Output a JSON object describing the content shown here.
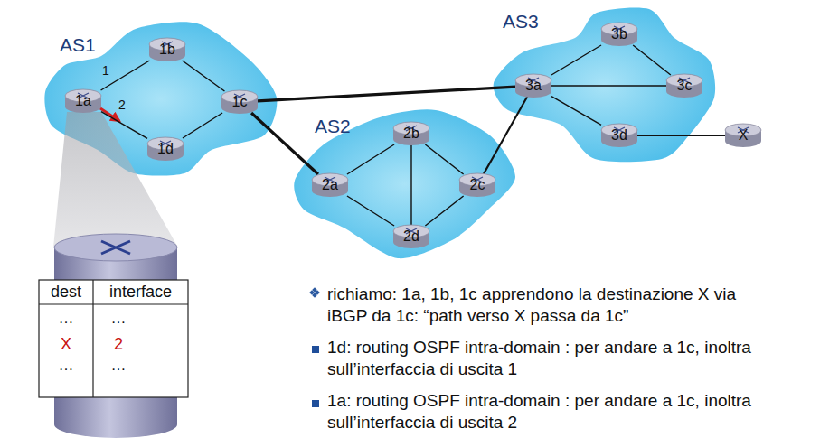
{
  "diagram": {
    "nodes": [
      {
        "text": [
          "AS1"
        ]
      },
      {
        "text": [
          "1a"
        ],
        "in": 0
      },
      {
        "text": [
          "1b"
        ],
        "in": 0
      },
      {
        "text": [
          "1c"
        ],
        "in": 0
      },
      {
        "text": [
          "1d"
        ],
        "in": 0
      },
      {
        "text": [
          "AS3"
        ]
      },
      {
        "text": [
          "3a"
        ],
        "in": 5
      },
      {
        "text": [
          "3b"
        ],
        "in": 5
      },
      {
        "text": [
          "3c"
        ],
        "in": 5
      },
      {
        "text": [
          "3d"
        ],
        "in": 5
      },
      {
        "text": [
          "X"
        ]
      },
      {
        "text": [
          "AS2"
        ]
      },
      {
        "text": [
          "2a"
        ],
        "in": 11
      },
      {
        "text": [
          "2b"
        ],
        "in": 11
      },
      {
        "text": [
          "2c"
        ],
        "in": 11
      },
      {
        "text": [
          "2d"
        ],
        "in": 11
      }
    ],
    "edges": [
      {
        "from": 1,
        "to": 2,
        "arrow": "none"
      },
      {
        "from": 2,
        "to": 3,
        "arrow": "none"
      },
      {
        "from": 1,
        "to": 4,
        "arrow": "none"
      },
      {
        "from": 4,
        "to": 3,
        "arrow": "none"
      },
      {
        "from": 3,
        "to": 6,
        "arrow": "none"
      },
      {
        "from": 3,
        "to": 12,
        "arrow": "none"
      },
      {
        "from": 12,
        "to": 13,
        "arrow": "none"
      },
      {
        "from": 12,
        "to": 15,
        "arrow": "none"
      },
      {
        "from": 13,
        "to": 14,
        "arrow": "none"
      },
      {
        "from": 13,
        "to": 15,
        "arrow": "none"
      },
      {
        "from": 15,
        "to": 14,
        "arrow": "none"
      },
      {
        "from": 14,
        "to": 6,
        "arrow": "none"
      },
      {
        "from": 6,
        "to": 7,
        "arrow": "none"
      },
      {
        "from": 6,
        "to": 8,
        "arrow": "none"
      },
      {
        "from": 7,
        "to": 8,
        "arrow": "none"
      },
      {
        "from": 6,
        "to": 9,
        "arrow": "none"
      },
      {
        "from": 9,
        "to": 10,
        "arrow": "none"
      }
    ],
    "labels": [
      "1",
      "2",
      "dest",
      "interface",
      "…",
      "…",
      "X",
      "2",
      "…",
      "…",
      "richiamo: 1a, 1b, 1c apprendono la destinazione X via iBGP da 1c: “path verso X passa da 1c”",
      "1d: routing OSPF intra-domain : per andare a 1c, inoltra sull’interfaccia di uscita 1",
      "1a: routing OSPF intra-domain : per andare a 1c, inoltra sull’interfaccia di uscita 2"
    ]
  }
}
